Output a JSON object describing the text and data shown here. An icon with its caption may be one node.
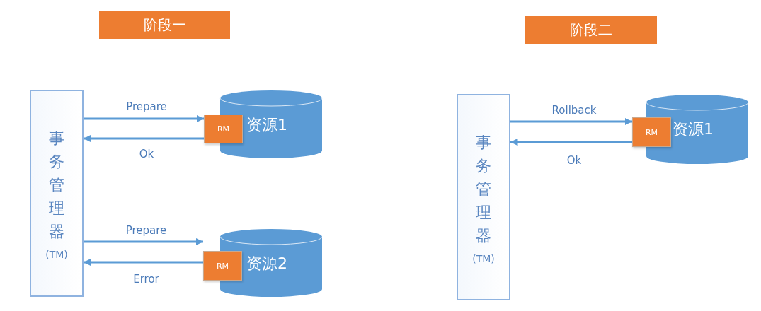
{
  "diagram": {
    "nodes": [
      {
        "text": [
          "阶段一"
        ]
      },
      {
        "text": [
          "事务管理器",
          "(TM)"
        ]
      },
      {
        "text": [
          "资源1"
        ]
      },
      {
        "text": [
          "RM"
        ]
      },
      {
        "text": [
          "资源2"
        ]
      },
      {
        "text": [
          "RM"
        ]
      },
      {
        "text": [
          "阶段二"
        ]
      },
      {
        "text": [
          "事务管理器",
          "(TM)"
        ]
      },
      {
        "text": [
          "资源1"
        ]
      },
      {
        "text": [
          "RM"
        ]
      }
    ],
    "edges": [
      {
        "from": 1,
        "to": 3,
        "arrow": "to",
        "label": "Prepare"
      },
      {
        "from": 3,
        "to": 1,
        "arrow": "to",
        "label": "Ok"
      },
      {
        "from": 1,
        "to": 5,
        "arrow": "to",
        "label": "Prepare"
      },
      {
        "from": 5,
        "to": 1,
        "arrow": "to",
        "label": "Error"
      },
      {
        "from": 7,
        "to": 9,
        "arrow": "to",
        "label": "Rollback"
      },
      {
        "from": 9,
        "to": 7,
        "arrow": "to",
        "label": "Ok"
      }
    ]
  }
}
